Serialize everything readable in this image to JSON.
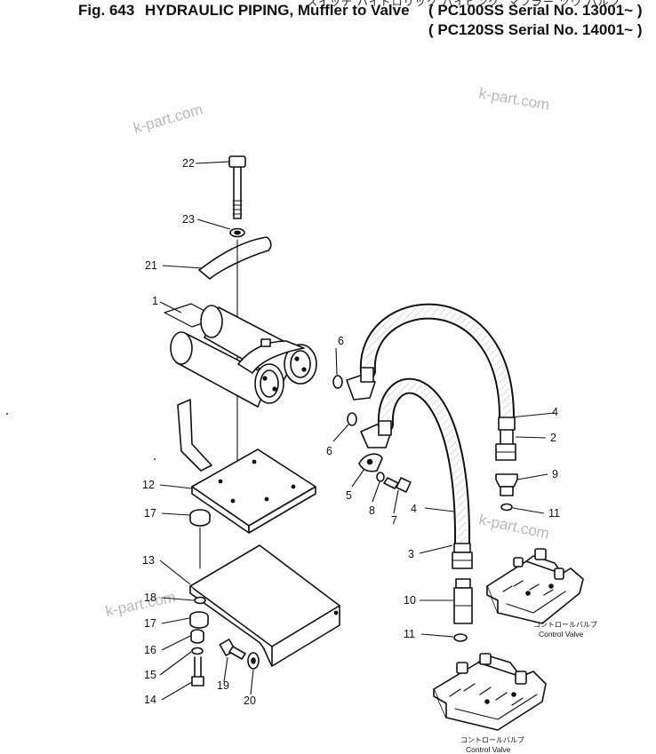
{
  "header": {
    "jp_line": "スイッチ ハイドロリック パイピング, マフラー ツウ バルブ",
    "fig_no": "Fig. 643",
    "title": "HYDRAULIC PIPING, Muffler to Valve",
    "serial_1": "( PC100SS Serial No. 13001~ )",
    "serial_2": "( PC120SS Serial No. 14001~ )"
  },
  "watermarks": [
    "k-part.com",
    "k-part.com",
    "k-part.com",
    "k-part.com"
  ],
  "callouts": {
    "c22": "22",
    "c23": "23",
    "c21": "21",
    "c1": "1",
    "c6a": "6",
    "c6b": "6",
    "c4a": "4",
    "c2": "2",
    "c9": "9",
    "c5": "5",
    "c8": "8",
    "c7": "7",
    "c11a": "11",
    "c4b": "4",
    "c3": "3",
    "c12": "12",
    "c17a": "17",
    "c13": "13",
    "c18": "18",
    "c17b": "17",
    "c16": "16",
    "c15": "15",
    "c14": "14",
    "c19": "19",
    "c20": "20",
    "c10": "10",
    "c11b": "11"
  },
  "control_valve_top": {
    "jp": "コントロールバルブ",
    "en": "Control Valve"
  },
  "control_valve_bottom": {
    "jp": "コントロールバルブ",
    "en": "Control Valve"
  }
}
